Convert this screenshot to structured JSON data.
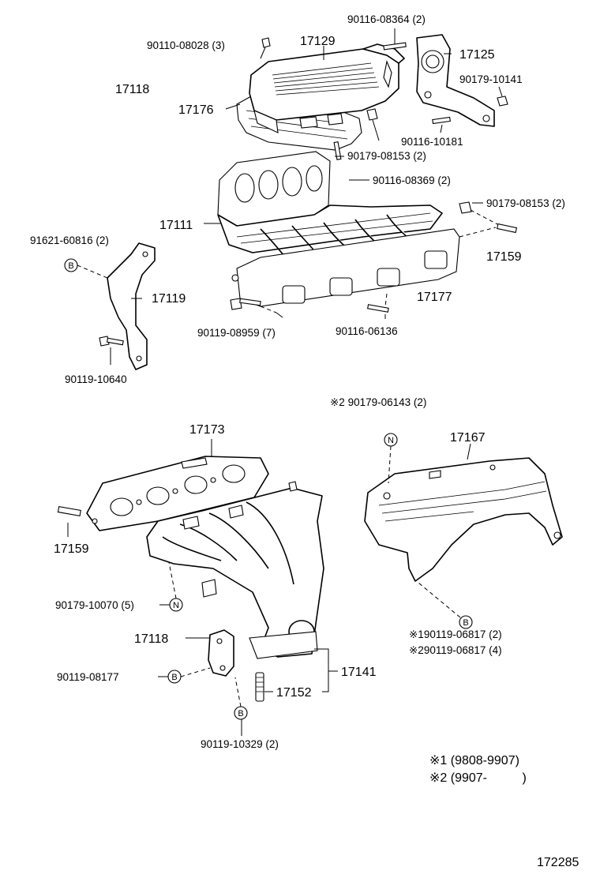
{
  "labels": {
    "p_90116_08364": "90116-08364 (2)",
    "p_90110_08028": "90110-08028 (3)",
    "p_17129": "17129",
    "p_17125": "17125",
    "p_17118_top": "17118",
    "p_90179_10141": "90179-10141",
    "p_17176": "17176",
    "p_90116_10181": "90116-10181",
    "p_90179_08153_a": "90179-08153 (2)",
    "p_90116_08369": "90116-08369 (2)",
    "p_90179_08153_b": "90179-08153 (2)",
    "p_17111": "17111",
    "p_91621_60816": "91621-60816 (2)",
    "p_17159_top": "17159",
    "p_17119": "17119",
    "p_17177": "17177",
    "p_90119_08959": "90119-08959 (7)",
    "p_90116_06136": "90116-06136",
    "p_90119_10640": "90119-10640",
    "p_90179_06143": "※2 90179-06143 (2)",
    "p_17173": "17173",
    "p_17167": "17167",
    "p_17159_bottom": "17159",
    "p_90179_10070": "90179-10070 (5)",
    "p_90119_06817_1": "※190119-06817 (2)",
    "p_90119_06817_2": "※290119-06817 (4)",
    "p_17118_bottom": "17118",
    "p_90119_08177": "90119-08177",
    "p_17141": "17141",
    "p_17152": "17152",
    "p_90119_10329": "90119-10329 (2)"
  },
  "markers": {
    "B": "B",
    "N": "N"
  },
  "footnotes": {
    "note1": "※1 (9808-9907)",
    "note2": "※2 (9907-          )"
  },
  "figure_number": "172285"
}
